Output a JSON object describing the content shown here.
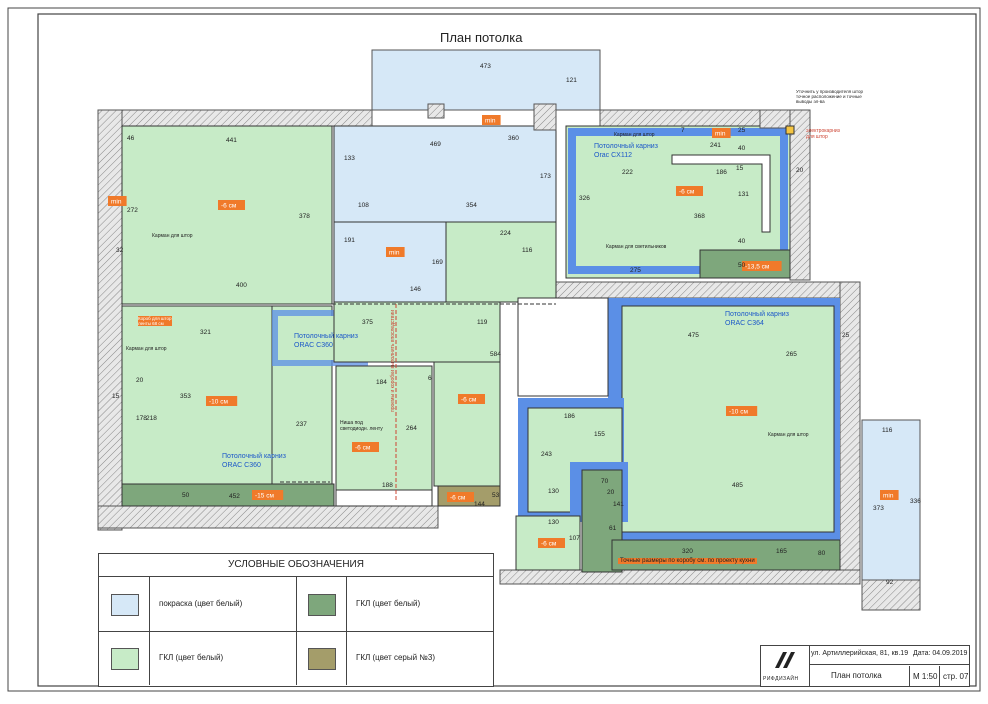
{
  "title": "План потолка",
  "note_top_right": "Уточнить у производителя штор точное расположение и точные выводы эл-ва",
  "note_electro": "электрокарниз для штор",
  "rooms": {
    "r1_level": "-6 см",
    "r2_level": "-10 см",
    "r3_level": "-6 см",
    "r4_level": "-6 см",
    "r5_level": "-6 см",
    "r6_level": "-10 см",
    "r7_level": "-15 см",
    "r8_level": "-6 см",
    "r9_level": "-13,5 см",
    "r10_level": "-6 см",
    "min1": "min",
    "min2": "min",
    "min3": "min",
    "min4": "min",
    "min5": "min"
  },
  "labels": {
    "cornice_cx112": "Потолочный карниз Orac CX112",
    "cornice_c360_a": "Потолочный карниз ORAC C360",
    "cornice_c360_b": "Потолочный карниз ORAC C360",
    "cornice_c364": "Потолочный карниз ORAC C364",
    "curtain_pocket_1": "Карман для штор",
    "curtain_pocket_2": "Карман для штор",
    "curtain_pocket_3": "Карман для штор",
    "curtain_pocket_4": "Карман для штор",
    "pocket_lights": "Карман для светильников",
    "niche_led": "Ниша под светодиодн. ленту",
    "vertical_note": "проемы и коробки выполнить впоследствии",
    "bottom_note": "Точные размеры по коробу см. по проекту кухни",
    "small_note": "Короб для штор ленты 68 см"
  },
  "dims": [
    "473",
    "121",
    "360",
    "469",
    "173",
    "133",
    "441",
    "378",
    "272",
    "46",
    "32",
    "400",
    "108",
    "354",
    "191",
    "169",
    "146",
    "224",
    "116",
    "375",
    "119",
    "321",
    "353",
    "218",
    "178",
    "20",
    "15",
    "237",
    "184",
    "6",
    "264",
    "188",
    "584",
    "144",
    "53",
    "452",
    "50",
    "326",
    "222",
    "186",
    "15",
    "40",
    "131",
    "368",
    "40",
    "20",
    "275",
    "50",
    "241",
    "7",
    "25",
    "475",
    "265",
    "25",
    "186",
    "155",
    "243",
    "485",
    "130",
    "70",
    "20",
    "141",
    "61",
    "130",
    "107",
    "320",
    "165",
    "80",
    "116",
    "373",
    "336",
    "92"
  ],
  "legend": {
    "title": "УСЛОВНЫЕ ОБОЗНАЧЕНИЯ",
    "items": [
      {
        "label": "покраска (цвет белый)",
        "color": "#d6e8f7"
      },
      {
        "label": "ГКЛ (цвет белый)",
        "color": "#7ea77c"
      },
      {
        "label": "ГКЛ (цвет белый)",
        "color": "#c7ebc7"
      },
      {
        "label": "ГКЛ (цвет серый №3)",
        "color": "#a49d6a"
      }
    ]
  },
  "stamp": {
    "address": "ул. Артиллерийская, 81, кв.19",
    "date": "Дата: 04.09.2019",
    "sheet_name": "План потолка",
    "scale": "М 1:50",
    "page": "стр. 07",
    "brand": "РИФДИЗАЙН"
  },
  "colors": {
    "paint": "#d6e8f7",
    "gkl_light": "#c7ebc7",
    "gkl_dark": "#7ea77c",
    "gkl_grey": "#a49d6a",
    "pocket": "#5b8fe6",
    "orange": "#f07a2a"
  }
}
